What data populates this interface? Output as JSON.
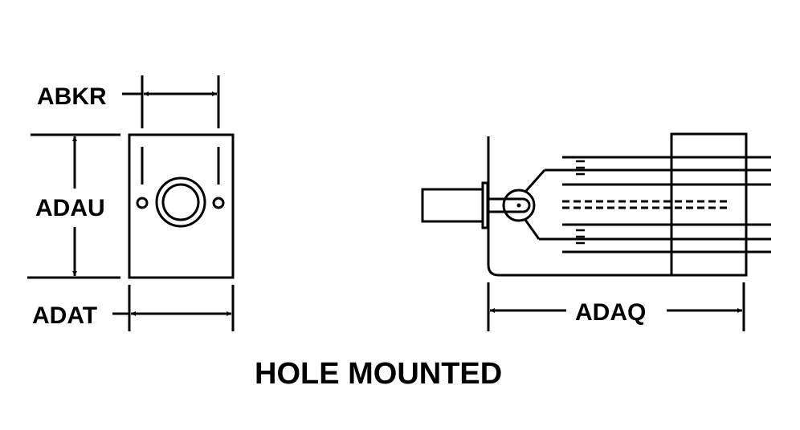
{
  "labels": {
    "abkr": "ABKR",
    "adau": "ADAU",
    "adat": "ADAT",
    "adaq": "ADAQ",
    "title": "HOLE MOUNTED"
  },
  "colors": {
    "ink": "#000000",
    "background": "#ffffff"
  }
}
